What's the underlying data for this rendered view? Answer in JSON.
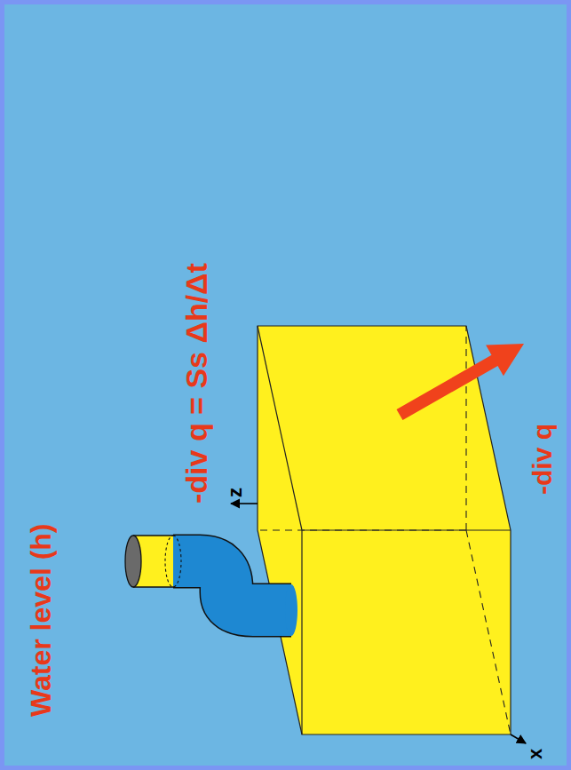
{
  "diagram": {
    "title": "-div q = Ss Δh/Δt",
    "labels": [
      "Water level (h)",
      "-div q",
      "z",
      "x"
    ]
  }
}
